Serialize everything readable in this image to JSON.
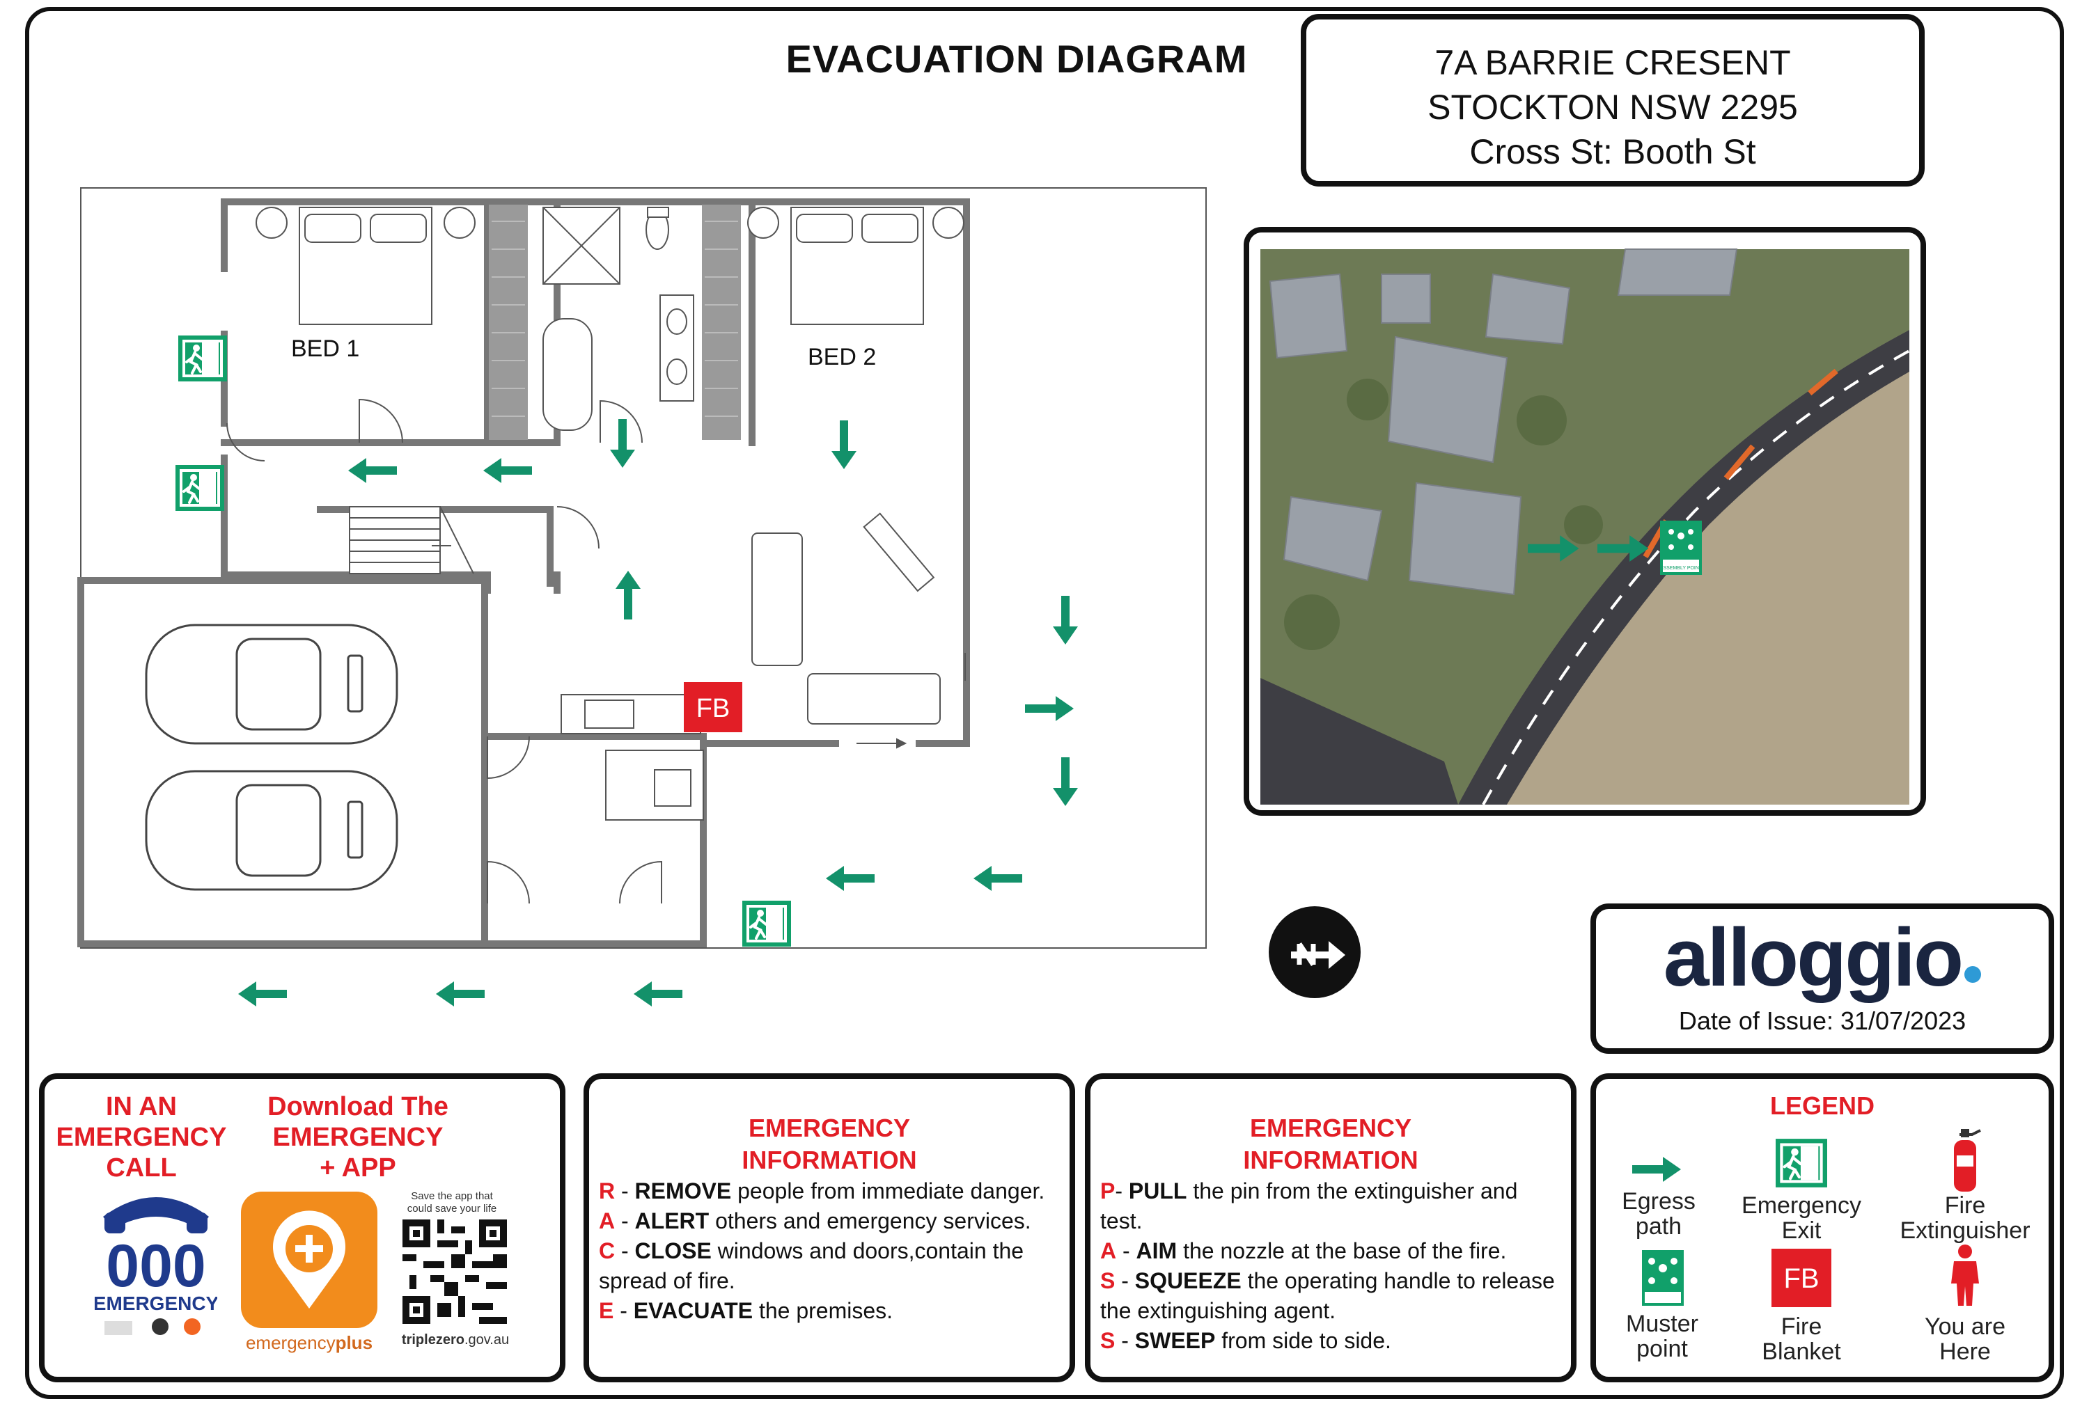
{
  "title": "EVACUATION DIAGRAM",
  "address": {
    "line1": "7A BARRIE CRESENT",
    "line2": "STOCKTON NSW 2295",
    "line3": "Cross St: Booth St"
  },
  "floorplan": {
    "room_bed1": "BED 1",
    "room_bed2": "BED 2",
    "fire_blanket_tag": "FB"
  },
  "aerial": {
    "assembly_sign_text": "ASSEMBLY POINT"
  },
  "brand": {
    "name": "alloggio",
    "date_of_issue": "Date of Issue: 31/07/2023"
  },
  "emergency_call": {
    "heading_lines": [
      "IN AN",
      "EMERGENCY",
      "CALL"
    ],
    "number": "000",
    "number_label": "EMERGENCY"
  },
  "app": {
    "heading_lines": [
      "Download The",
      "EMERGENCY",
      "+ APP"
    ],
    "app_name_prefix": "emergency",
    "app_name_suffix": "plus",
    "qr_caption_line1": "Save the app that",
    "qr_caption_line2": "could save your life",
    "website_prefix": "triplezero",
    "website_suffix": ".gov.au"
  },
  "race": {
    "heading_line1": "EMERGENCY",
    "heading_line2": "INFORMATION",
    "items": [
      {
        "letter": "R",
        "keyword": "REMOVE",
        "text": " people from immediate danger."
      },
      {
        "letter": "A",
        "keyword": "ALERT",
        "text": " others and emergency services."
      },
      {
        "letter": "C",
        "keyword": "CLOSE",
        "text": " windows and doors,contain the spread of fire."
      },
      {
        "letter": "E",
        "keyword": "EVACUATE",
        "text": " the premises."
      }
    ]
  },
  "pass": {
    "heading_line1": "EMERGENCY",
    "heading_line2": "INFORMATION",
    "items": [
      {
        "letter": "P",
        "keyword": "PULL",
        "text": " the pin from the extinguisher and test."
      },
      {
        "letter": "A",
        "keyword": "AIM",
        "text": " the nozzle at the base of the fire."
      },
      {
        "letter": "S",
        "keyword": "SQUEEZE",
        "text": " the operating handle to release the extinguishing agent."
      },
      {
        "letter": "S",
        "keyword": "SWEEP",
        "text": " from side to side."
      }
    ]
  },
  "legend": {
    "title": "LEGEND",
    "egress_l1": "Egress",
    "egress_l2": "path",
    "exit_l1": "Emergency",
    "exit_l2": "Exit",
    "ext_l1": "Fire",
    "ext_l2": "Extinguisher",
    "muster_l1": "Muster",
    "muster_l2": "point",
    "blanket_tag": "FB",
    "blanket_l1": "Fire",
    "blanket_l2": "Blanket",
    "here_l1": "You are",
    "here_l2": "Here"
  },
  "colors": {
    "exit_green": "#11a06a",
    "arrow_green": "#13916a",
    "alert_red": "#e21e26",
    "brand_navy": "#1a2540",
    "app_orange": "#f28c1c"
  }
}
